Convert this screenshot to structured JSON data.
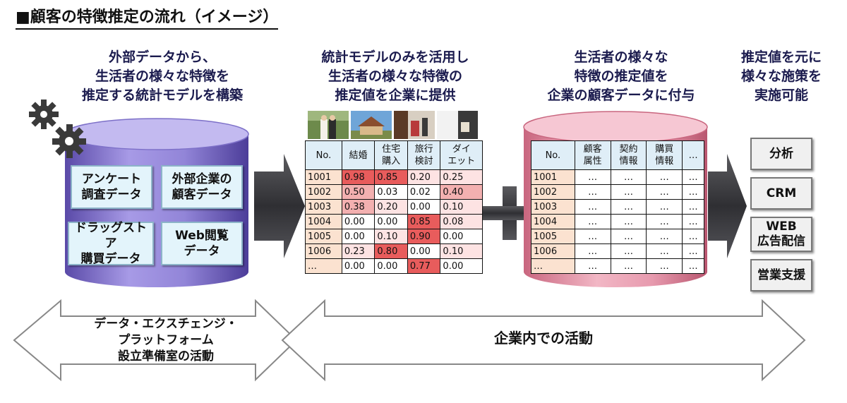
{
  "title": "■顧客の特徴推定の流れ（イメージ）",
  "headings": {
    "col1": [
      "外部データから、",
      "生活者の様々な特徴を",
      "推定する統計モデルを構築"
    ],
    "col2": [
      "統計モデルのみを活用し",
      "生活者の様々な特徴の",
      "推定値を企業に提供"
    ],
    "col3": [
      "生活者の様々な",
      "特徴の推定値を",
      "企業の顧客データに付与"
    ],
    "col4": [
      "推定値を元に",
      "様々な施策を",
      "実施可能"
    ]
  },
  "database_boxes": [
    [
      "アンケート",
      "調査データ"
    ],
    [
      "外部企業の",
      "顧客データ"
    ],
    [
      "ドラッグストア",
      "購買データ"
    ],
    [
      "Web閲覧",
      "データ"
    ]
  ],
  "estimate_table": {
    "headers": [
      [
        "No."
      ],
      [
        "結婚"
      ],
      [
        "住宅",
        "購入"
      ],
      [
        "旅行",
        "検討"
      ],
      [
        "ダイ",
        "エット"
      ]
    ],
    "rows": [
      [
        "1001",
        "0.98",
        "0.85",
        "0.20",
        "0.25"
      ],
      [
        "1002",
        "0.50",
        "0.03",
        "0.02",
        "0.40"
      ],
      [
        "1003",
        "0.38",
        "0.20",
        "0.00",
        "0.10"
      ],
      [
        "1004",
        "0.00",
        "0.00",
        "0.85",
        "0.08"
      ],
      [
        "1005",
        "0.00",
        "0.10",
        "0.90",
        "0.00"
      ],
      [
        "1006",
        "0.23",
        "0.80",
        "0.00",
        "0.10"
      ],
      [
        "…",
        "0.00",
        "0.00",
        "0.77",
        "0.00"
      ]
    ]
  },
  "customer_table": {
    "headers": [
      [
        "No."
      ],
      [
        "顧客",
        "属性"
      ],
      [
        "契約",
        "情報"
      ],
      [
        "購買",
        "情報"
      ],
      [
        "…"
      ]
    ],
    "rows": [
      [
        "1001",
        "…",
        "…",
        "…",
        "…"
      ],
      [
        "1002",
        "…",
        "…",
        "…",
        "…"
      ],
      [
        "1003",
        "…",
        "…",
        "…",
        "…"
      ],
      [
        "1004",
        "…",
        "…",
        "…",
        "…"
      ],
      [
        "1005",
        "…",
        "…",
        "…",
        "…"
      ],
      [
        "1006",
        "…",
        "…",
        "…",
        "…"
      ],
      [
        "…",
        "…",
        "…",
        "…",
        "…"
      ]
    ]
  },
  "actions": [
    [
      "分析"
    ],
    [
      "CRM"
    ],
    [
      "WEB",
      "広告配信"
    ],
    [
      "営業支援"
    ]
  ],
  "bottom_left_label": [
    "データ・エクスチェンジ・",
    "プラットフォーム",
    "設立準備室の活動"
  ],
  "bottom_right_label": "企業内での活動",
  "colors": {
    "heat_high": "#e85c5c",
    "heat_mid": "#f3b0b0",
    "heat_low": "#fde3e3",
    "db_purple": "#8b7fd0",
    "db_pink": "#e79aae",
    "id_cell": "#fbe2d0",
    "header_cell": "#dfeef7"
  }
}
